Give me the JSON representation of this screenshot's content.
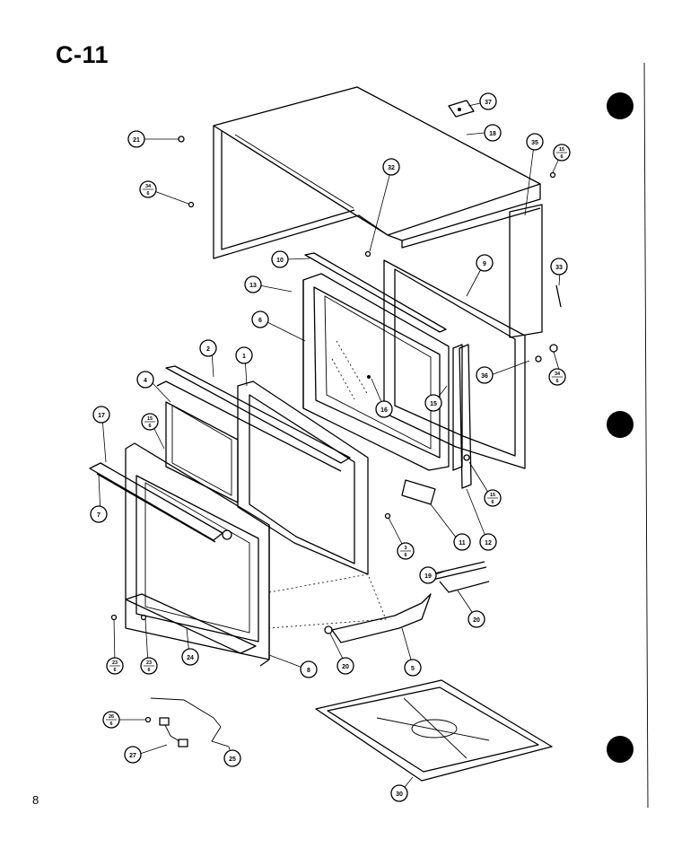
{
  "header": {
    "title": "C-11"
  },
  "footer": {
    "page_number": "8"
  },
  "callouts": [
    {
      "id": "c21",
      "label": "21",
      "sub": ""
    },
    {
      "id": "c37",
      "label": "37",
      "sub": ""
    },
    {
      "id": "c18",
      "label": "18",
      "sub": ""
    },
    {
      "id": "c35",
      "label": "35",
      "sub": ""
    },
    {
      "id": "c15a",
      "label": "15",
      "sub": "6"
    },
    {
      "id": "c34a",
      "label": "34",
      "sub": "6"
    },
    {
      "id": "c32",
      "label": "32",
      "sub": ""
    },
    {
      "id": "c10",
      "label": "10",
      "sub": ""
    },
    {
      "id": "c9",
      "label": "9",
      "sub": ""
    },
    {
      "id": "c33",
      "label": "33",
      "sub": ""
    },
    {
      "id": "c13",
      "label": "13",
      "sub": ""
    },
    {
      "id": "c6",
      "label": "6",
      "sub": ""
    },
    {
      "id": "c2",
      "label": "2",
      "sub": ""
    },
    {
      "id": "c1",
      "label": "1",
      "sub": ""
    },
    {
      "id": "c36",
      "label": "36",
      "sub": ""
    },
    {
      "id": "c34b",
      "label": "34",
      "sub": "6"
    },
    {
      "id": "c4",
      "label": "4",
      "sub": ""
    },
    {
      "id": "c16",
      "label": "16",
      "sub": ""
    },
    {
      "id": "c15b",
      "label": "15",
      "sub": ""
    },
    {
      "id": "c17",
      "label": "17",
      "sub": ""
    },
    {
      "id": "c15c",
      "label": "15",
      "sub": "6"
    },
    {
      "id": "c15d",
      "label": "15",
      "sub": "6"
    },
    {
      "id": "c7",
      "label": "7",
      "sub": ""
    },
    {
      "id": "c3",
      "label": "3",
      "sub": "6"
    },
    {
      "id": "c11",
      "label": "11",
      "sub": ""
    },
    {
      "id": "c12",
      "label": "12",
      "sub": ""
    },
    {
      "id": "c19",
      "label": "19",
      "sub": ""
    },
    {
      "id": "c20a",
      "label": "20",
      "sub": ""
    },
    {
      "id": "c23a",
      "label": "23",
      "sub": "6"
    },
    {
      "id": "c23b",
      "label": "23",
      "sub": "6"
    },
    {
      "id": "c24",
      "label": "24",
      "sub": ""
    },
    {
      "id": "c8",
      "label": "8",
      "sub": ""
    },
    {
      "id": "c20b",
      "label": "20",
      "sub": ""
    },
    {
      "id": "c5",
      "label": "5",
      "sub": ""
    },
    {
      "id": "c26",
      "label": "26",
      "sub": "6"
    },
    {
      "id": "c27",
      "label": "27",
      "sub": ""
    },
    {
      "id": "c25",
      "label": "25",
      "sub": ""
    },
    {
      "id": "c30",
      "label": "30",
      "sub": ""
    }
  ]
}
